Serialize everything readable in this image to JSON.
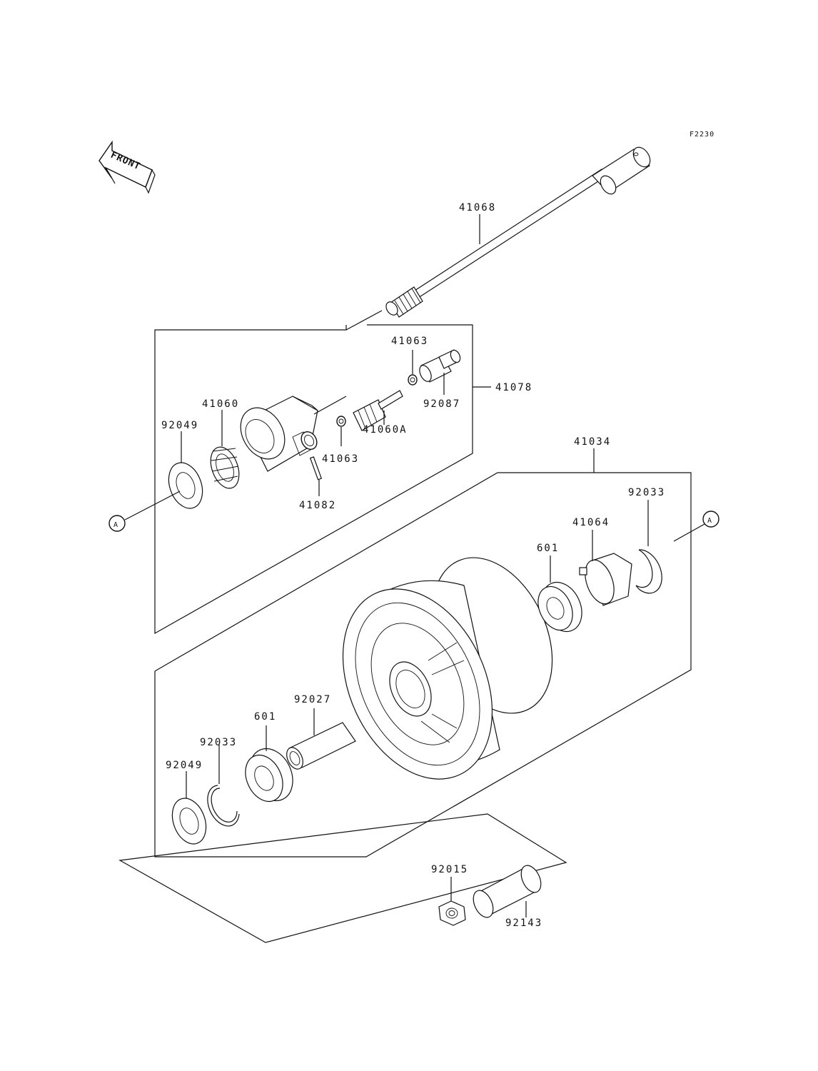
{
  "figure_code": "F2230",
  "front_label": "FRONT",
  "callout_ref": "A",
  "parts": {
    "axle": "41068",
    "gear_housing_assy": "41078",
    "gear": "41060",
    "shaft": "41060A",
    "washer_upper": "41063",
    "washer_lower": "41063",
    "pin": "41082",
    "bushing": "92087",
    "seal_left": "92049",
    "seal_lower": "92049",
    "hub_assy": "41034",
    "circlip_right": "92033",
    "circlip_left": "92033",
    "plate": "41064",
    "bearing_right": "601",
    "bearing_left": "601",
    "spacer": "92027",
    "nut": "92015",
    "collar": "92143"
  }
}
